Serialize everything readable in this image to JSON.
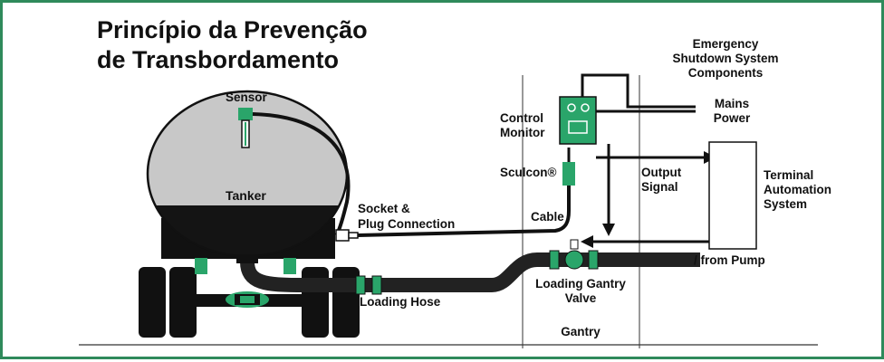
{
  "title": {
    "line1": "Princípio da Prevenção",
    "line2": "de Transbordamento"
  },
  "labels": {
    "sensor": "Sensor",
    "tanker": "Tanker",
    "socket_line1": "Socket &",
    "socket_line2": "Plug Connection",
    "control_line1": "Control",
    "control_line2": "Monitor",
    "sculcon": "Sculcon®",
    "cable": "Cable",
    "esd_line1": "Emergency",
    "esd_line2": "Shutdown System",
    "esd_line3": "Components",
    "mains_line1": "Mains",
    "mains_line2": "Power",
    "output_line1": "Output",
    "output_line2": "Signal",
    "tas_line1": "Terminal",
    "tas_line2": "Automation",
    "tas_line3": "System",
    "from_pump": "/ from Pump",
    "gantry_valve_line1": "Loading Gantry",
    "gantry_valve_line2": "Valve",
    "loading_hose": "Loading Hose",
    "gantry": "Gantry"
  },
  "colors": {
    "border": "#2f8a5b",
    "green": "#2aa56a",
    "dark": "#111111",
    "tank": "#c8c8c8"
  }
}
